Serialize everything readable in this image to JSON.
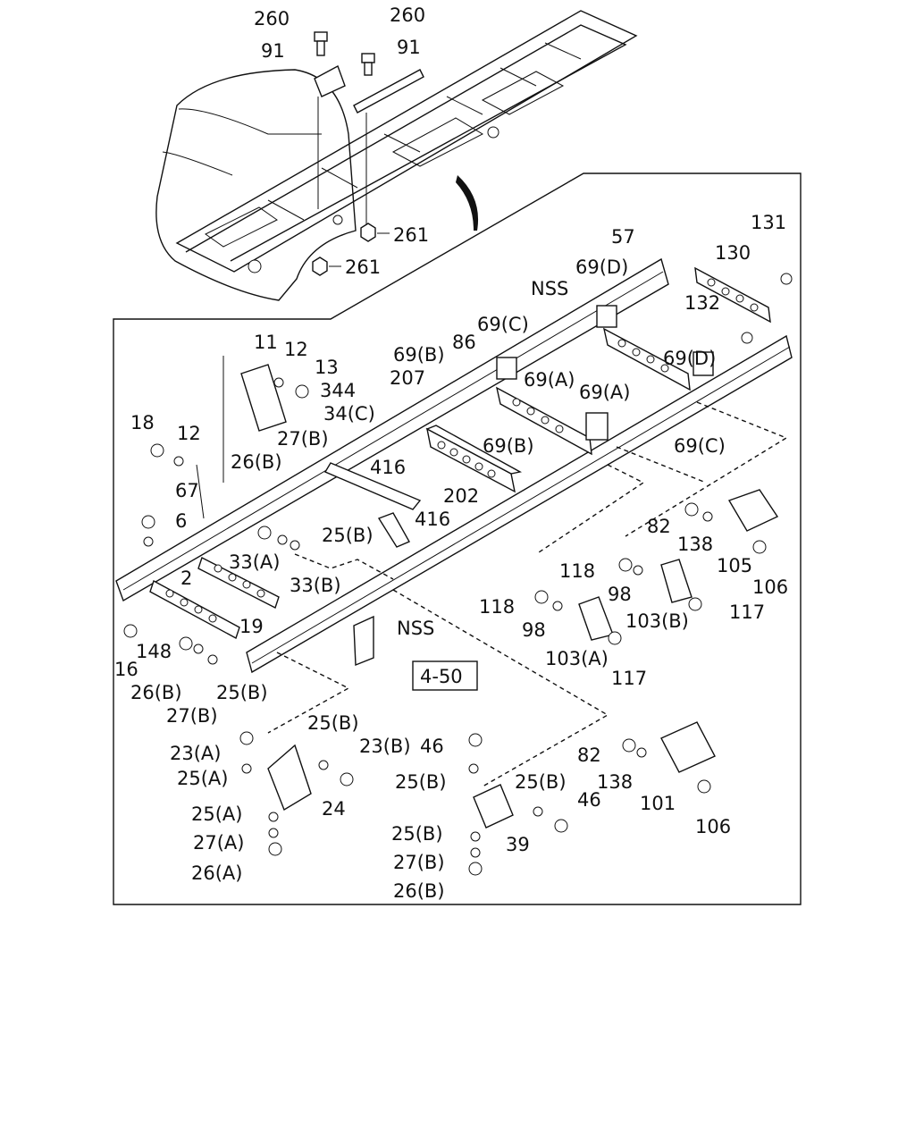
{
  "reference_box": "4-50",
  "labels": {
    "l260a": "260",
    "l260b": "260",
    "l91a": "91",
    "l91b": "91",
    "l261a": "261",
    "l261b": "261",
    "l131": "131",
    "l57": "57",
    "l130": "130",
    "l69d_a": "69(D)",
    "nss_a": "NSS",
    "l132": "132",
    "l69c_a": "69(C)",
    "l69d_b": "69(D)",
    "l86": "86",
    "l69b_a": "69(B)",
    "l11": "11",
    "l12a": "12",
    "l13": "13",
    "l69a_a": "69(A)",
    "l344": "344",
    "l207": "207",
    "l69a_b": "69(A)",
    "l34c": "34(C)",
    "l18": "18",
    "l12b": "12",
    "l27b_a": "27(B)",
    "l69b_b": "69(B)",
    "l69c_b": "69(C)",
    "l26b_a": "26(B)",
    "l416a": "416",
    "l67": "67",
    "l202": "202",
    "l416b": "416",
    "l6": "6",
    "l82a": "82",
    "l25b_a": "25(B)",
    "l138a": "138",
    "l33a": "33(A)",
    "l105": "105",
    "l118a": "118",
    "l2": "2",
    "l33b": "33(B)",
    "l98a": "98",
    "l106a": "106",
    "l118b": "118",
    "l103b": "103(B)",
    "l117a": "117",
    "l19": "19",
    "l98b": "98",
    "nss_b": "NSS",
    "l148": "148",
    "l16": "16",
    "l103a": "103(A)",
    "l26b_b": "26(B)",
    "l25b_b": "25(B)",
    "l117b": "117",
    "l27b_b": "27(B)",
    "l25b_c": "25(B)",
    "l23a": "23(A)",
    "l23b": "23(B)",
    "l46a": "46",
    "l82b": "82",
    "l25a_a": "25(A)",
    "l25b_d": "25(B)",
    "l25b_e": "25(B)",
    "l138b": "138",
    "l24": "24",
    "l46b": "46",
    "l101": "101",
    "l25a_b": "25(A)",
    "l106b": "106",
    "l25b_f": "25(B)",
    "l39": "39",
    "l27a": "27(A)",
    "l27b_c": "27(B)",
    "l26a": "26(A)",
    "l26b_c": "26(B)"
  }
}
